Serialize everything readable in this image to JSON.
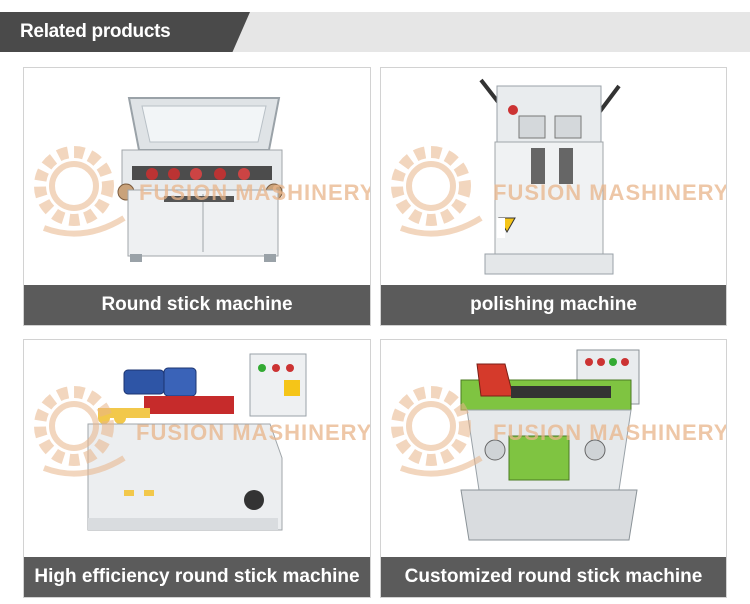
{
  "header": {
    "title": "Related products"
  },
  "watermark": {
    "text": "FUSION MASHINERY"
  },
  "products": [
    {
      "caption": "Round stick machine"
    },
    {
      "caption": "polishing machine"
    },
    {
      "caption": "High efficiency round stick machine"
    },
    {
      "caption": "Customized round stick machine"
    }
  ],
  "colors": {
    "header_dark": "#4a4a4a",
    "header_light": "#e6e6e6",
    "caption_bg": "#5b5b5b",
    "watermark": "#e9b58a"
  },
  "icons": [
    "gear-logo-watermark"
  ]
}
